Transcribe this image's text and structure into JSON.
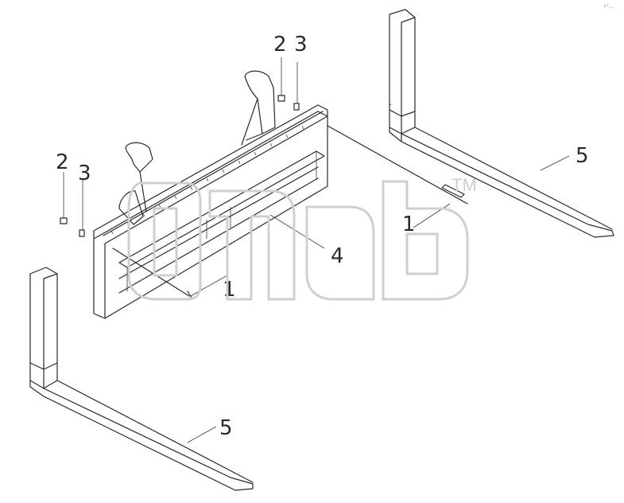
{
  "callouts": {
    "c1_left": "1",
    "c1_right": "1",
    "c2_left": "2",
    "c3_left": "3",
    "c2_top": "2",
    "c3_top": "3",
    "c4": "4",
    "c5_right": "5",
    "c5_bottom": "5"
  },
  "watermark": {
    "mark": "TM"
  },
  "corner_mark": "r°...",
  "colors": {
    "line": "#2a2a2a",
    "watermark": "#cfcfcf"
  }
}
